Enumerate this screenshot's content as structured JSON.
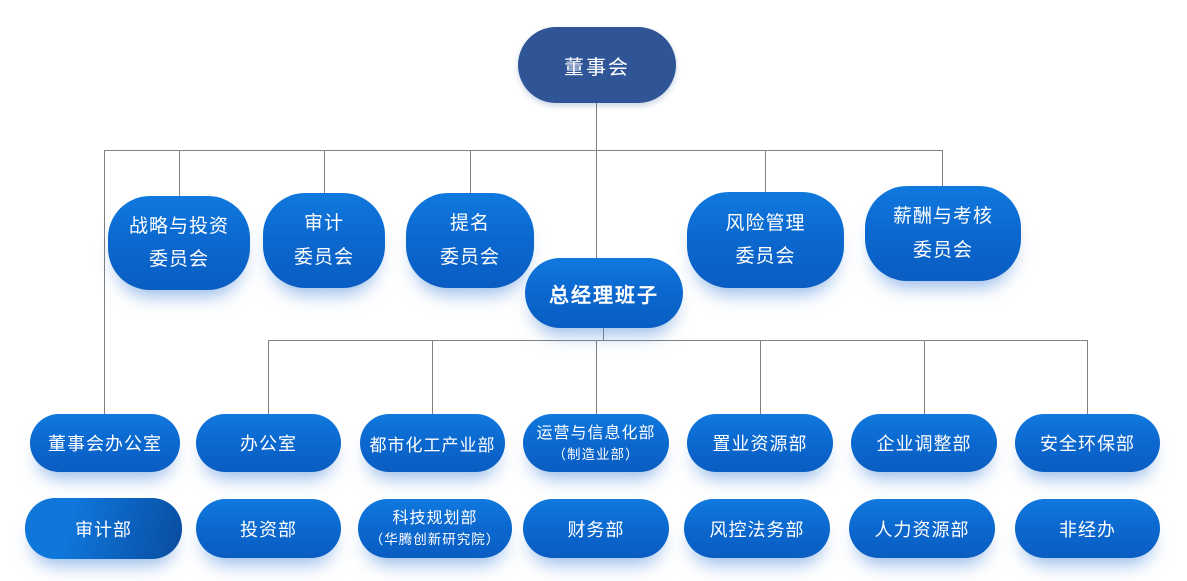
{
  "org": {
    "board": {
      "label": "董事会"
    },
    "committees": [
      {
        "line1": "战略与投资",
        "line2": "委员会"
      },
      {
        "line1": "审计",
        "line2": "委员会"
      },
      {
        "line1": "提名",
        "line2": "委员会"
      },
      {
        "line1": "风险管理",
        "line2": "委员会"
      },
      {
        "line1": "薪酬与考核",
        "line2": "委员会"
      }
    ],
    "gm": {
      "label": "总经理班子"
    },
    "level3": [
      {
        "label": "董事会办公室"
      },
      {
        "label": "办公室"
      },
      {
        "label": "都市化工产业部"
      },
      {
        "label": "运营与信息化部",
        "sublabel": "（制造业部）"
      },
      {
        "label": "置业资源部"
      },
      {
        "label": "企业调整部"
      },
      {
        "label": "安全环保部"
      }
    ],
    "level4": [
      {
        "label": "审计部"
      },
      {
        "label": "投资部"
      },
      {
        "label": "科技规划部",
        "sublabel": "（华腾创新研究院）"
      },
      {
        "label": "财务部"
      },
      {
        "label": "风控法务部"
      },
      {
        "label": "人力资源部"
      },
      {
        "label": "非经办"
      }
    ]
  },
  "colors": {
    "board_fill": "#2F5597",
    "node_gradient_top": "#1079DE",
    "node_gradient_bottom": "#0A5DC2",
    "audit_gradient_dark": "#094B9D",
    "connector": "#7F7F7F",
    "text": "#FFFFFF",
    "background": "#FFFFFF"
  }
}
